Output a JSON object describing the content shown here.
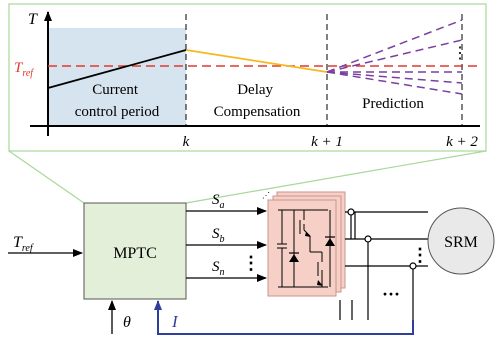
{
  "timing_plot": {
    "y_axis_label": "T",
    "reference_label": {
      "main": "T",
      "sub": "ref"
    },
    "regions": {
      "current": [
        "Current",
        "control period"
      ],
      "delay": [
        "Delay",
        "Compensation"
      ],
      "prediction": "Prediction"
    },
    "ticks": [
      "k",
      "k + 1",
      "k + 2"
    ],
    "ellipsis": "⋮",
    "colors": {
      "current_region_fill": "#d6e4f0",
      "torque_line": "#000000",
      "delay_line": "#f5b81f",
      "prediction_lines": "#7b3fa0",
      "reference": "#e0392b",
      "frame": "#a8d89a"
    }
  },
  "block_diagram": {
    "input_label": {
      "main": "T",
      "sub": "ref"
    },
    "controller_label": "MPTC",
    "switch_signals": [
      {
        "main": "S",
        "sub": "a"
      },
      {
        "main": "S",
        "sub": "b"
      },
      {
        "main": "S",
        "sub": "n"
      }
    ],
    "vertical_ellipsis": "⋮",
    "horizontal_ellipsis": "···",
    "position_feedback_label": "θ",
    "current_feedback_label": "I",
    "motor_label": "SRM",
    "colors": {
      "controller_fill": "#e3efd8",
      "converter_fill": "#f6cfc6",
      "converter_stroke": "#c9968c",
      "motor_fill": "#e9e9e9",
      "feedback_current": "#2f3d9c"
    }
  }
}
